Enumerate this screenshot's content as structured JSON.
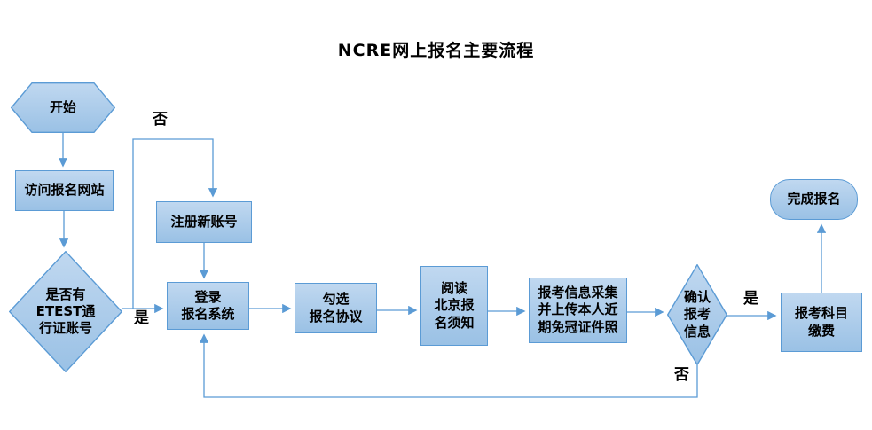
{
  "title": "NCRE网上报名主要流程",
  "nodes": {
    "start": {
      "label": "开始",
      "shape": "hexagon"
    },
    "visit_site": {
      "label": "访问报名网站",
      "shape": "process"
    },
    "has_etest_account": {
      "label": "是否有\nETEST通\n行证账号",
      "shape": "decision"
    },
    "register_account": {
      "label": "注册新账号",
      "shape": "process"
    },
    "login_system": {
      "label": "登录\n报名系统",
      "shape": "process"
    },
    "check_agreement": {
      "label": "勾选\n报名协议",
      "shape": "process"
    },
    "read_notice": {
      "label": "阅读\n北京报\n名须知",
      "shape": "process"
    },
    "collect_info": {
      "label": "报考信息采集\n并上传本人近\n期免冠证件照",
      "shape": "process"
    },
    "confirm_info": {
      "label": "确认\n报考\n信息",
      "shape": "decision"
    },
    "pay_fee": {
      "label": "报考科目\n缴费",
      "shape": "process"
    },
    "finish": {
      "label": "完成报名",
      "shape": "terminator"
    }
  },
  "edge_labels": {
    "no_top": "否",
    "yes_left": "是",
    "yes_right": "是",
    "no_bottom": "否"
  },
  "colors": {
    "node_fill_top": "#c0d8f0",
    "node_fill_bottom": "#9ac1e5",
    "node_border": "#5b9bd5",
    "connector": "#5b9bd5",
    "text": "#000000",
    "background": "#ffffff"
  }
}
